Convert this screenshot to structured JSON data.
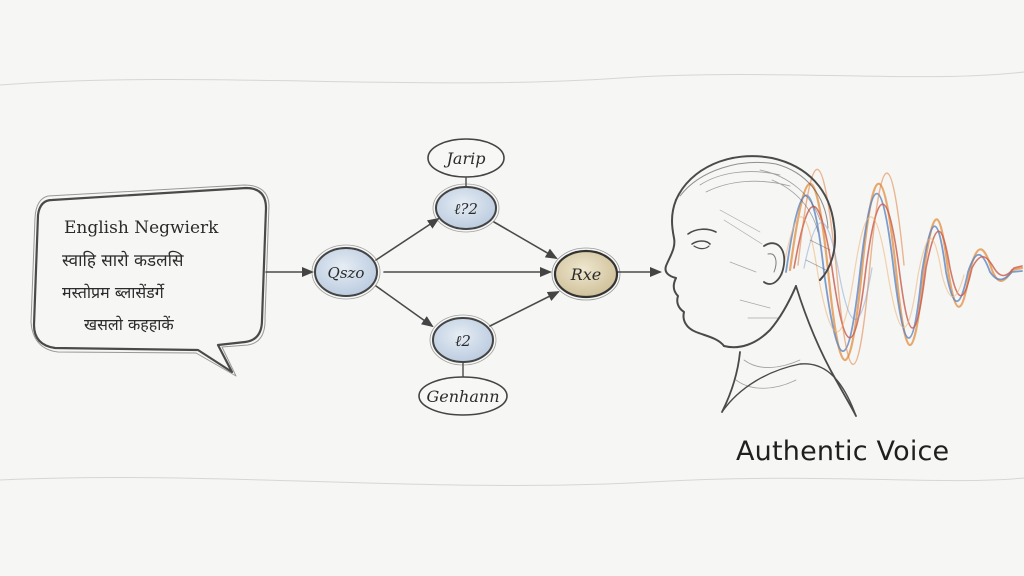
{
  "speech_bubble": {
    "lines": [
      "English Negwierk",
      "स्वाहि सारो कडलसि",
      "मस्तोप्रम ब्लासेंडर्गे",
      "खसलो कहहाकें"
    ]
  },
  "nodes": {
    "input": "Qszo",
    "top_label": "Jarip",
    "top_mid": "ℓ?2",
    "bottom_mid": "ℓ2",
    "bottom_label": "Genhann",
    "output": "Rxe"
  },
  "caption": "Authentic Voice",
  "colors": {
    "node_fill": "#c9d7e6",
    "output_fill": "#ddd2b4",
    "wave_orange": "#e49a55",
    "wave_blue": "#5f86c2",
    "wave_red": "#c95a4c"
  }
}
